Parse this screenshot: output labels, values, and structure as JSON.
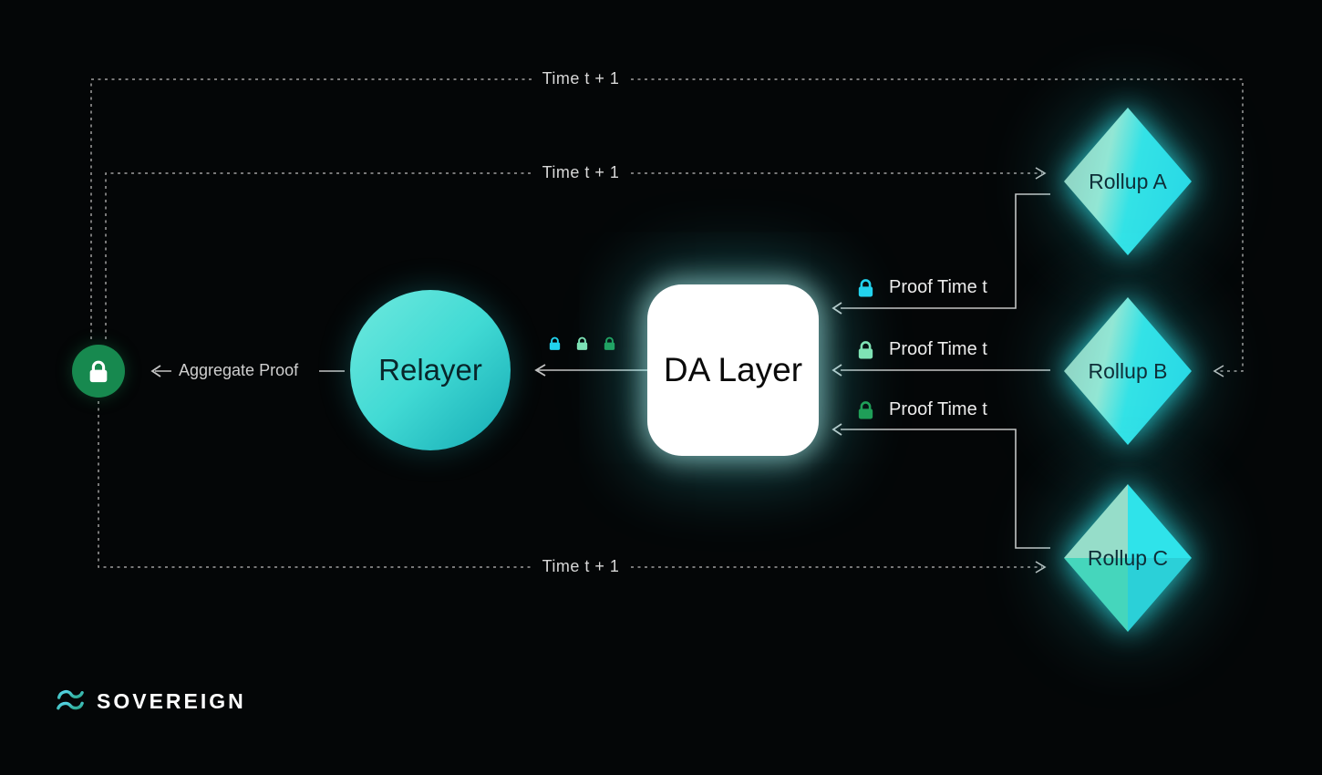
{
  "diagram_title": "Rollup / DA Layer proof aggregation diagram",
  "time_labels": {
    "top": "Time t + 1",
    "middle": "Time t + 1",
    "bottom": "Time t + 1"
  },
  "nodes": {
    "relayer": "Relayer",
    "da_layer": "DA Layer",
    "rollups": [
      {
        "label": "Rollup A"
      },
      {
        "label": "Rollup B"
      },
      {
        "label": "Rollup C"
      }
    ]
  },
  "edges": {
    "aggregate_proof": "Aggregate Proof",
    "proof_rows": [
      {
        "label": "Proof Time t",
        "lock_color": "#22d3ee"
      },
      {
        "label": "Proof Time t",
        "lock_color": "#7fe3b5"
      },
      {
        "label": "Proof Time t",
        "lock_color": "#1f9e58"
      }
    ]
  },
  "mini_locks": {
    "0": "#22d3ee",
    "1": "#7fe3b5",
    "2": "#1f9e58"
  },
  "aggregate_lock": {
    "circle_color": "#17894f",
    "lock_color": "#ffffff"
  },
  "brand": {
    "name": "SOVEREIGN"
  },
  "colors": {
    "background": "#040607",
    "accent_cyan": "#2fe3ea",
    "diamond_left": "#8fd2c2",
    "diamond_right": "#28d8e6",
    "relayer_teal": "#41dad4",
    "dashed_line": "#9e9e9e",
    "solid_line": "#c4c4c4",
    "label_gray": "#d8d8d8"
  }
}
